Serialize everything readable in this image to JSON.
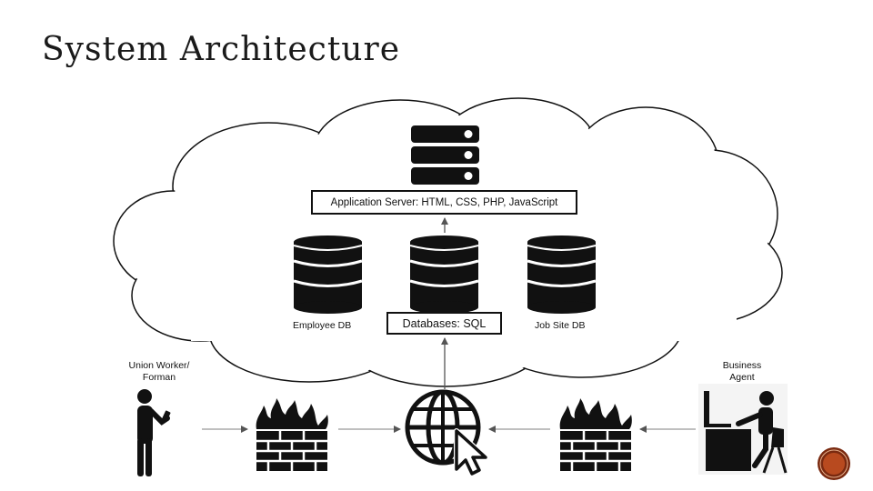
{
  "slide": {
    "title": "System Architecture"
  },
  "diagram": {
    "app_server_label": "Application Server: HTML, CSS, PHP, JavaScript",
    "databases_label": "Databases: SQL",
    "employee_db_label": "Employee DB",
    "job_site_db_label": "Job Site DB",
    "left_user_label": [
      "Union Worker/",
      "Forman"
    ],
    "right_user_label": [
      "Business",
      "Agent"
    ],
    "icons": {
      "server": "server-rack-icon",
      "databases": "database-cylinder-icon",
      "firewall": "firewall-icon",
      "web": "globe-cursor-icon",
      "worker": "person-with-phone-icon",
      "agent": "person-at-desk-icon",
      "logo": "logo-badge-icon"
    },
    "colors": {
      "ink": "#111111",
      "cloud_fill": "#ffffff",
      "arrow": "#888888",
      "badge": "#b84a1f"
    }
  }
}
